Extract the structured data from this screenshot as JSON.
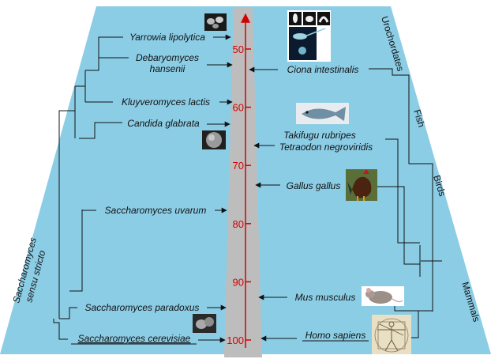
{
  "colors": {
    "background": "#8ccde6",
    "scale_bar": "#bdbdbd",
    "axis": "#d40000",
    "lines": "#111111"
  },
  "scale_ticks": [
    {
      "label": "50",
      "value": 50
    },
    {
      "label": "60",
      "value": 60
    },
    {
      "label": "70",
      "value": 70
    },
    {
      "label": "80",
      "value": 80
    },
    {
      "label": "90",
      "value": 90
    },
    {
      "label": "100",
      "value": 100
    }
  ],
  "fungi": {
    "yarrowia": "Yarrowia lipolytica",
    "debaryomyces_line1": "Debaryomyces",
    "debaryomyces_line2": "hansenii",
    "kluyveromyces": "Kluyveromyces lactis",
    "candida": "Candida glabrata",
    "uvarum": "Saccharomyces uvarum",
    "paradoxus": "Saccharomyces paradoxus",
    "cerevisiae": "Saccharomyces cerevisiae"
  },
  "animals": {
    "ciona": "Ciona intestinalis",
    "takifugu": "Takifugu rubripes",
    "tetraodon": "Tetraodon negroviridis",
    "gallus": "Gallus gallus",
    "mus": "Mus musculus",
    "homo": "Homo sapiens"
  },
  "groups": {
    "urochordates": "Urochordates",
    "fish": "Fish",
    "birds": "Birds",
    "mammals": "Mammals",
    "sensu_stricto_line1": "Saccharomyces",
    "sensu_stricto_line2": "sensu stricto"
  }
}
